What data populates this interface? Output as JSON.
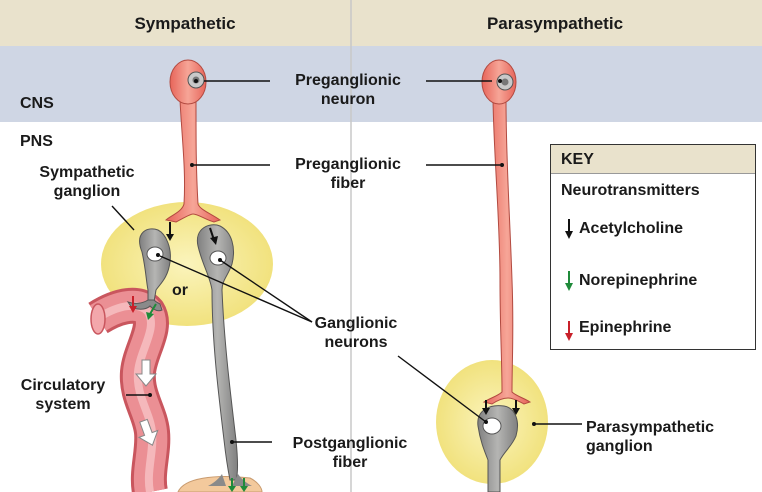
{
  "header": {
    "left": "Sympathetic",
    "right": "Parasympathetic"
  },
  "regions": {
    "cns": "CNS",
    "pns": "PNS"
  },
  "labels": {
    "preganglionic_neuron": "Preganglionic\nneuron",
    "preganglionic_fiber": "Preganglionic\nfiber",
    "sympathetic_ganglion": "Sympathetic\nganglion",
    "or": "or",
    "ganglionic_neurons": "Ganglionic\nneurons",
    "circulatory_system": "Circulatory\nsystem",
    "postganglionic_fiber": "Postganglionic\nfiber",
    "parasympathetic_ganglion": "Parasympathetic\nganglion"
  },
  "key": {
    "title": "KEY",
    "subtitle": "Neurotransmitters",
    "items": [
      {
        "label": "Acetylcholine",
        "color": "#111111"
      },
      {
        "label": "Norepinephrine",
        "color": "#1f8a3a"
      },
      {
        "label": "Epinephrine",
        "color": "#c8202a"
      }
    ]
  },
  "colors": {
    "header_bg": "#e9e2cc",
    "cns_band": "#cfd6e4",
    "neuron_red": "#ef7f72",
    "neuron_gray": "#9a9a98",
    "ganglion": "#f7ec9a",
    "vessel": "#e8828a"
  }
}
